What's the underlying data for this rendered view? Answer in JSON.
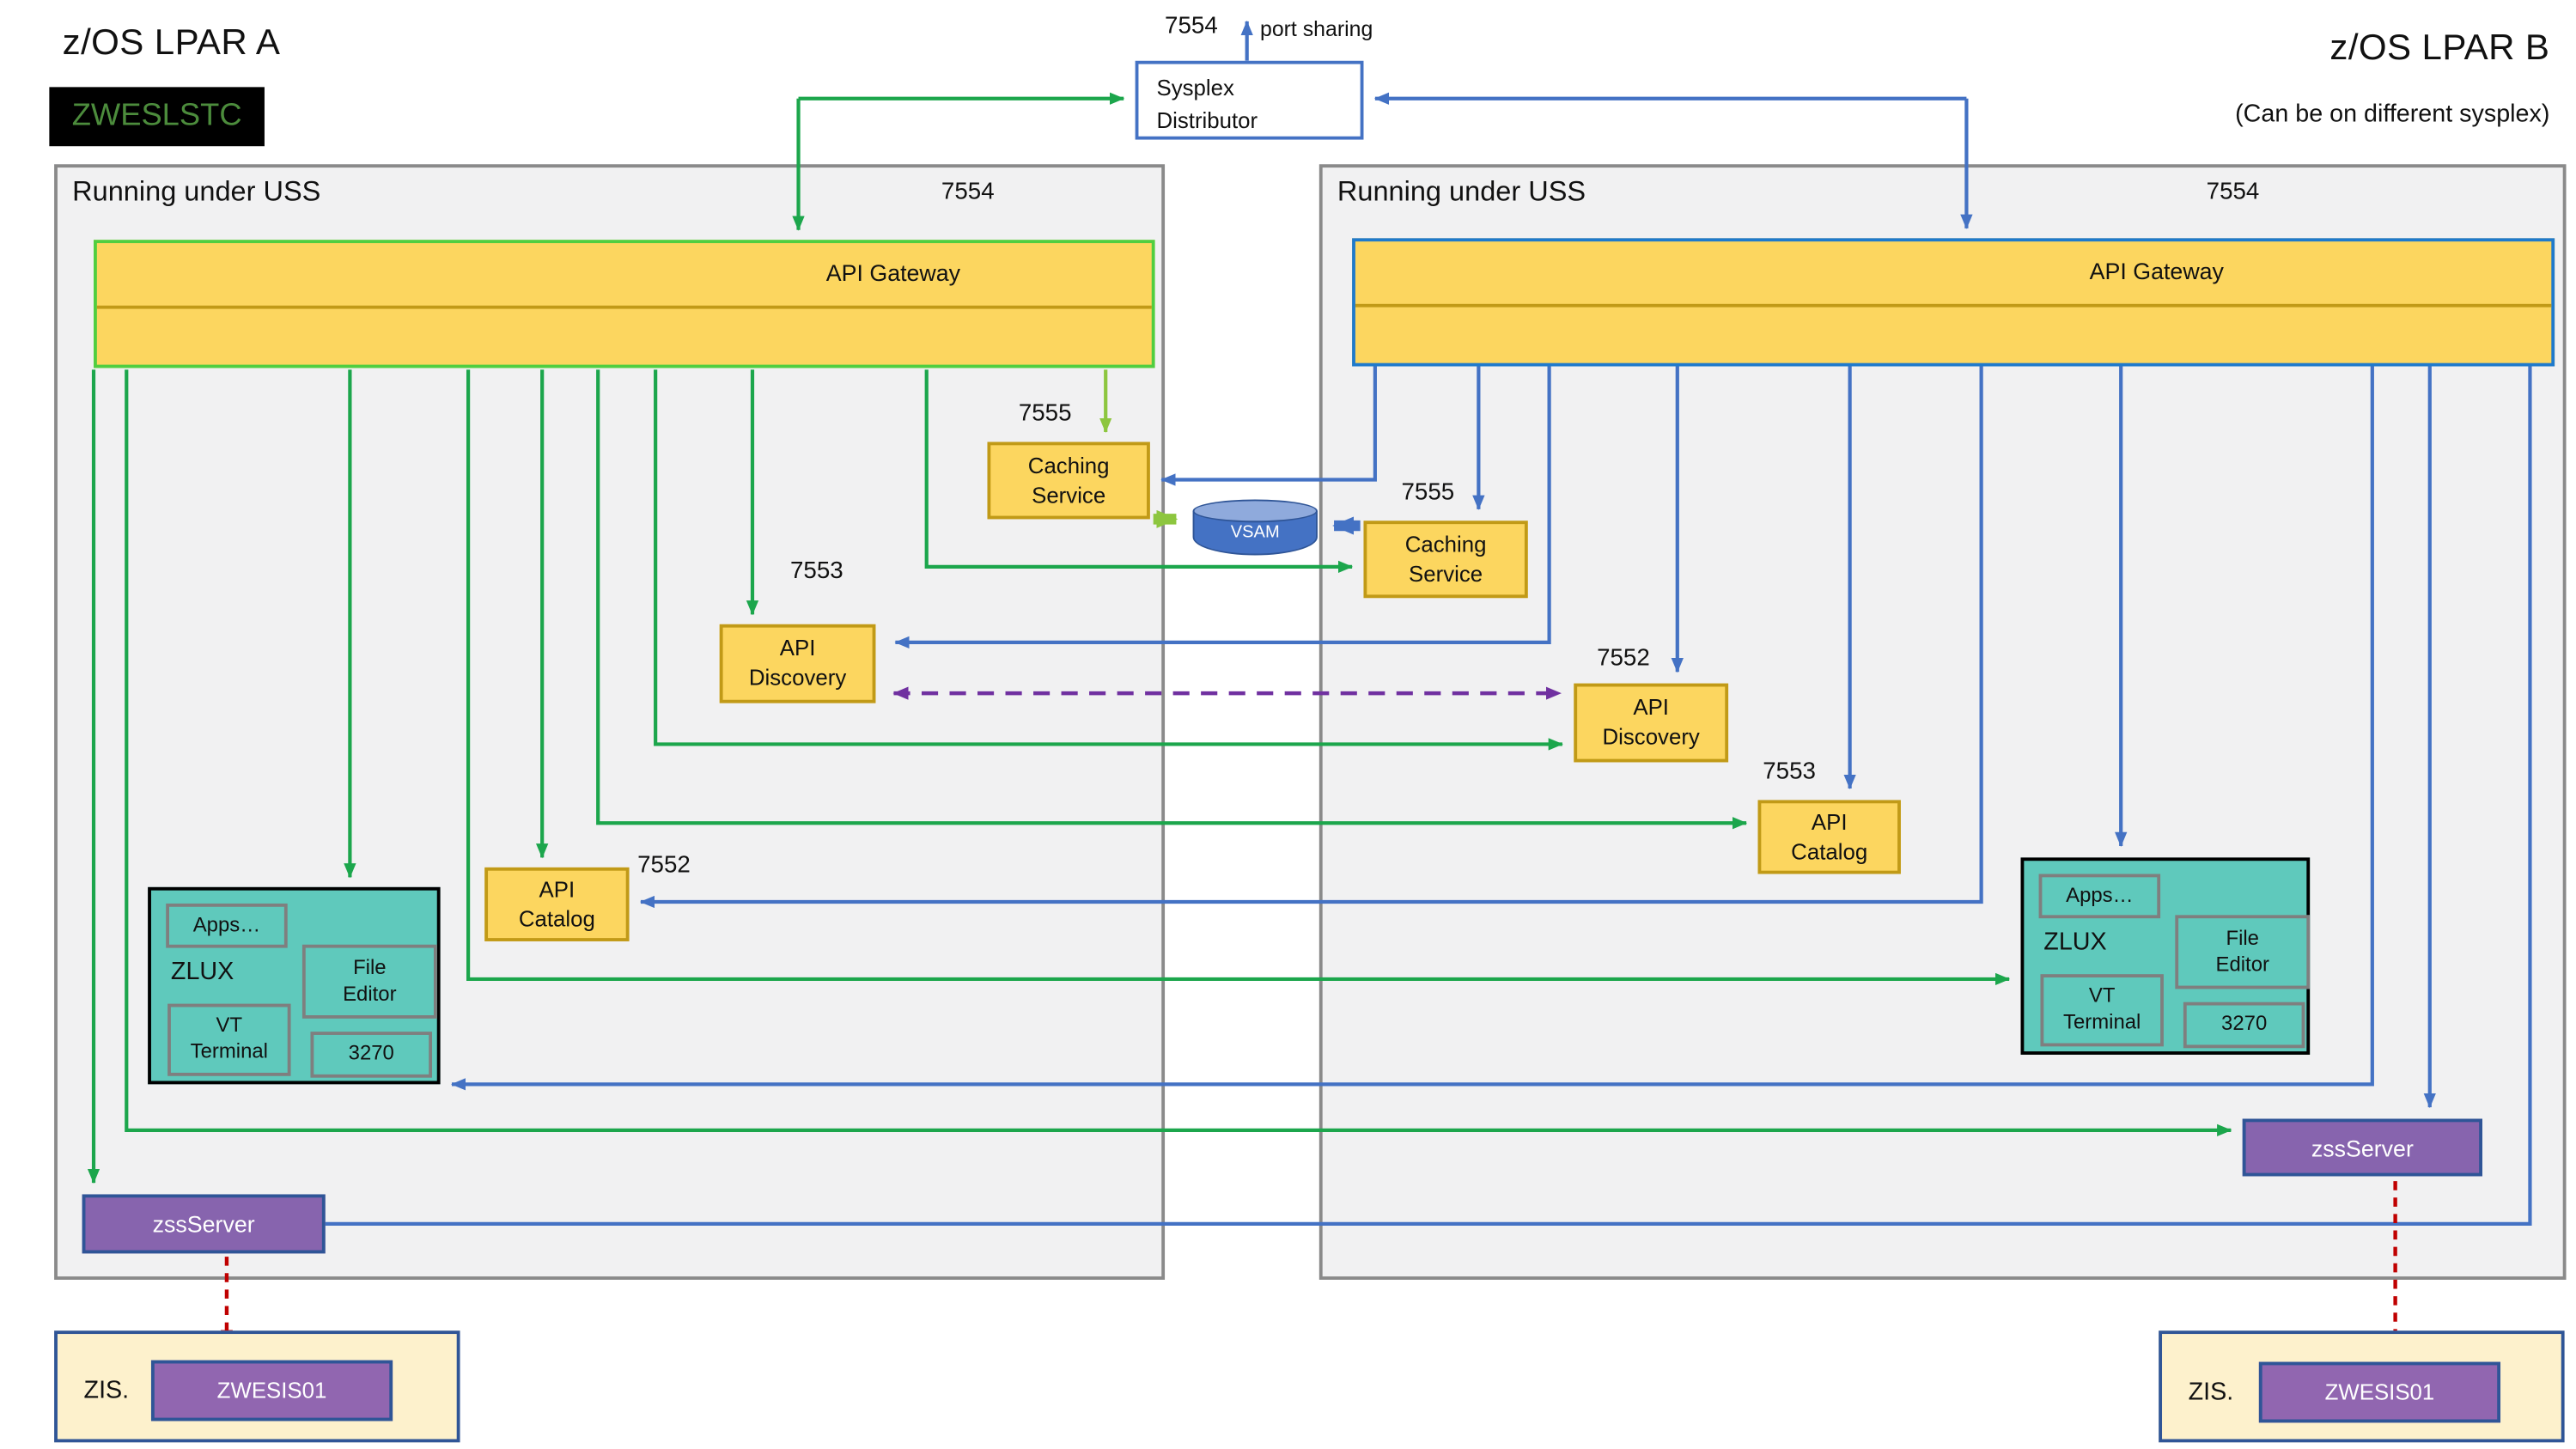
{
  "header": {
    "lpar_a_title": "z/OS LPAR A",
    "lpar_a_badge": "ZWESLSTC",
    "lpar_b_title": "z/OS LPAR B",
    "lpar_b_subtitle": "(Can be on different sysplex)"
  },
  "sysplex": {
    "label": "Sysplex\nDistributor",
    "port": "7554",
    "port_note": "port sharing"
  },
  "vsam": {
    "label": "VSAM"
  },
  "lpar_a": {
    "uss_label": "Running under USS",
    "gateway_port": "7554",
    "gateway_label": "API Gateway",
    "caching_port": "7555",
    "caching_label": "Caching\nService",
    "discovery_port": "7553",
    "discovery_label": "API\nDiscovery",
    "catalog_port": "7552",
    "catalog_label": "API\nCatalog",
    "zlux": {
      "apps": "Apps…",
      "label": "ZLUX",
      "file_editor": "File\nEditor",
      "vt_terminal": "VT\nTerminal",
      "t3270": "3270"
    },
    "zss_label": "zssServer",
    "zis_label": "ZIS.",
    "zis_member": "ZWESIS01"
  },
  "lpar_b": {
    "uss_label": "Running under USS",
    "gateway_port": "7554",
    "gateway_label": "API Gateway",
    "caching_port": "7555",
    "caching_label": "Caching\nService",
    "discovery_port": "7552",
    "discovery_label": "API\nDiscovery",
    "catalog_port": "7553",
    "catalog_label": "API\nCatalog",
    "zlux": {
      "apps": "Apps…",
      "label": "ZLUX",
      "file_editor": "File\nEditor",
      "vt_terminal": "VT\nTerminal",
      "t3270": "3270"
    },
    "zss_label": "zssServer",
    "zis_label": "ZIS.",
    "zis_member": "ZWESIS01"
  },
  "colors": {
    "green_arrow": "#1CA64C",
    "lime_arrow": "#8DC63F",
    "blue_arrow": "#4472C4",
    "purple_arrow": "#7030A0",
    "red_arrow": "#C00000",
    "component_yellow": "#FCD65F",
    "teal": "#5FC9BC",
    "zss_purple": "#8764AE",
    "zis_cream": "#FDF1CC",
    "badge_green": "#4C8C3C"
  }
}
